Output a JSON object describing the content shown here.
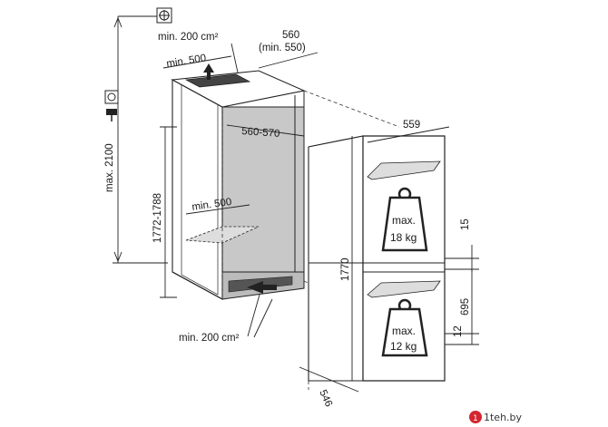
{
  "labels": {
    "min_area_top": "min. 200 cm²",
    "depth_top": "560",
    "depth_top_alt": "(min. 550)",
    "min_500_top": "min. 500",
    "niche_width": "560-570",
    "min_500_floor": "min. 500",
    "niche_height": "1772-1788",
    "max_height": "max. 2100",
    "min_area_bottom": "min. 200 cm²",
    "appliance_width": "559",
    "appliance_height": "1770",
    "appliance_depth": "546",
    "gap_top": "15",
    "gap_bottom": "12",
    "lower_door": "695",
    "max_upper_1": "max.",
    "max_upper_2": "18 kg",
    "max_lower_1": "max.",
    "max_lower_2": "12 kg"
  },
  "watermark": {
    "text": "1teh.by"
  },
  "icons": [
    "ground-symbol-icon",
    "socket-icon",
    "plug-icon",
    "airflow-arrow-icon",
    "weight-icon"
  ],
  "colors": {
    "shade": "#c8c8c8",
    "line": "#222222",
    "wm_red": "#d4262f"
  }
}
